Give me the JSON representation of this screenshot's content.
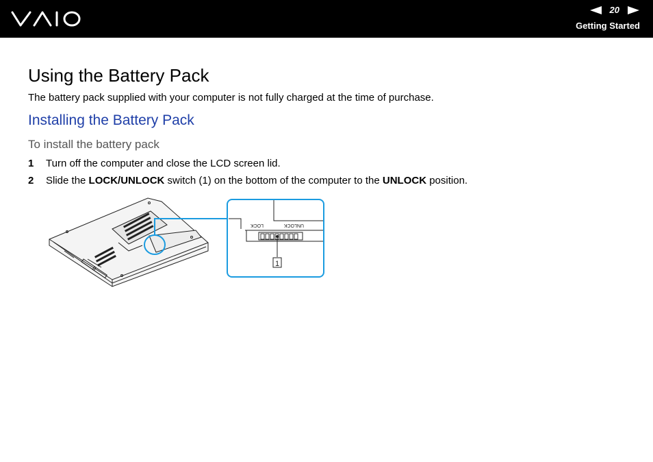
{
  "header": {
    "logo_text": "VAIO",
    "page_number": "20",
    "section": "Getting Started"
  },
  "content": {
    "title": "Using the Battery Pack",
    "intro": "The battery pack supplied with your computer is not fully charged at the time of purchase.",
    "subtitle": "Installing the Battery Pack",
    "procedure_title": "To install the battery pack",
    "steps": [
      {
        "num": "1",
        "text": "Turn off the computer and close the LCD screen lid."
      },
      {
        "num": "2",
        "text_a": "Slide the ",
        "bold_a": "LOCK/UNLOCK",
        "text_b": " switch (1) on the bottom of the computer to the ",
        "bold_b": "UNLOCK",
        "text_c": " position."
      }
    ]
  },
  "figure": {
    "lock_label": "LOCK",
    "unlock_label": "UNLOCK",
    "callout": "1",
    "accent_color": "#1a9be0"
  }
}
